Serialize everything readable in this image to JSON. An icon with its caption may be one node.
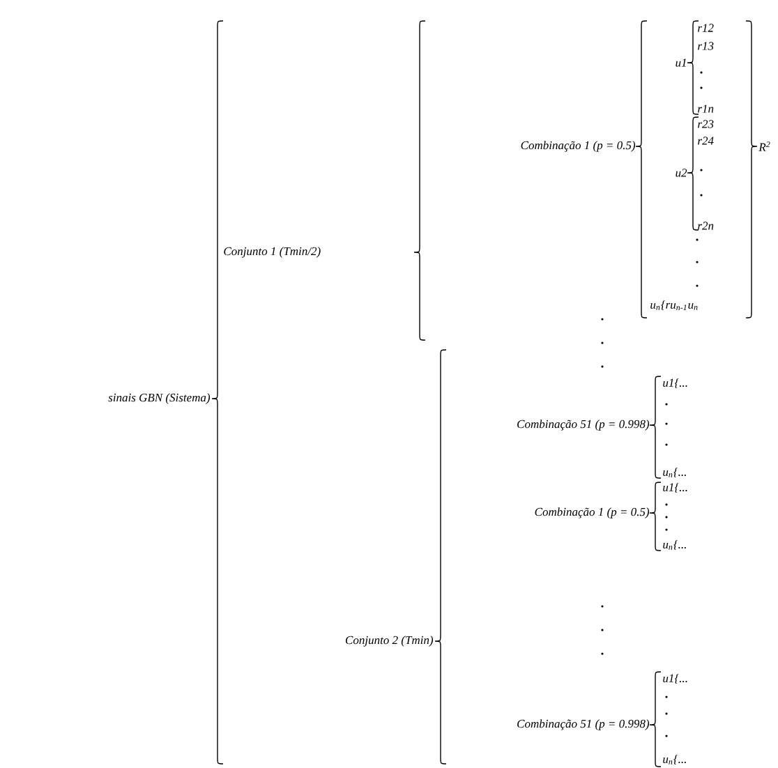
{
  "diagram": {
    "labels": [
      "sinais GBN (Sistema)",
      "Conjunto 1 (Tmin/2)",
      "r12",
      "r13",
      "u1",
      "r1n",
      "r23",
      "r24",
      "Combinação 1 (p = 0.5)",
      "R$^{2}$",
      "u2",
      "r2n",
      "u$_{n}${ru$_{n-1}$u$_{n}$",
      "u1{...",
      "Combinação 51 (p = 0.998)",
      "u$_{n}${...",
      "u1{...",
      "Combinação 1 (p = 0.5)",
      "u$_{n}${...",
      "Conjunto 2 (Tmin)",
      "u1{...",
      "Combinação 51 (p = 0.998)",
      "u$_{n}${..."
    ]
  }
}
